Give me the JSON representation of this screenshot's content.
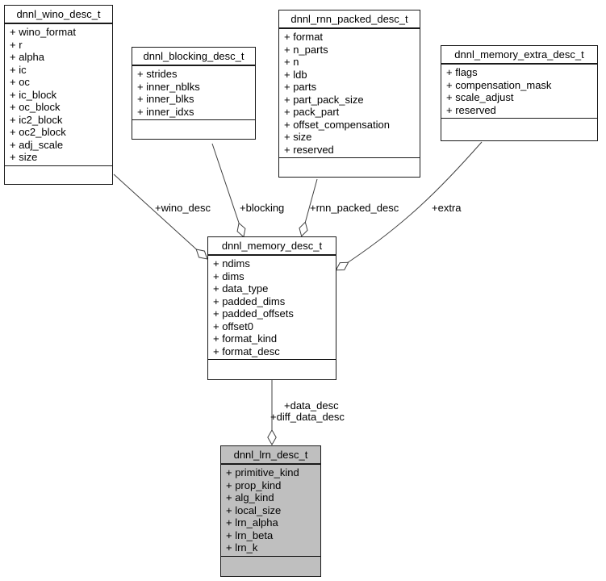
{
  "diagram": {
    "colors": {
      "background": "#ffffff",
      "edge": "#404040",
      "node_border": "#1a1a1a",
      "node_fill": "#ffffff",
      "highlight_fill": "#bfbfbf",
      "text": "#000000"
    },
    "classes": {
      "wino": {
        "title": "dnnl_wino_desc_t",
        "fields": [
          "+ wino_format",
          "+ r",
          "+ alpha",
          "+ ic",
          "+ oc",
          "+ ic_block",
          "+ oc_block",
          "+ ic2_block",
          "+ oc2_block",
          "+ adj_scale",
          "+ size"
        ]
      },
      "blocking": {
        "title": "dnnl_blocking_desc_t",
        "fields": [
          "+ strides",
          "+ inner_nblks",
          "+ inner_blks",
          "+ inner_idxs"
        ]
      },
      "rnn_packed": {
        "title": "dnnl_rnn_packed_desc_t",
        "fields": [
          "+ format",
          "+ n_parts",
          "+ n",
          "+ ldb",
          "+ parts",
          "+ part_pack_size",
          "+ pack_part",
          "+ offset_compensation",
          "+ size",
          "+ reserved"
        ]
      },
      "memory_extra": {
        "title": "dnnl_memory_extra_desc_t",
        "fields": [
          "+ flags",
          "+ compensation_mask",
          "+ scale_adjust",
          "+ reserved"
        ]
      },
      "memory": {
        "title": "dnnl_memory_desc_t",
        "fields": [
          "+ ndims",
          "+ dims",
          "+ data_type",
          "+ padded_dims",
          "+ padded_offsets",
          "+ offset0",
          "+ format_kind",
          "+ format_desc"
        ]
      },
      "lrn": {
        "title": "dnnl_lrn_desc_t",
        "fields": [
          "+ primitive_kind",
          "+ prop_kind",
          "+ alg_kind",
          "+ local_size",
          "+ lrn_alpha",
          "+ lrn_beta",
          "+ lrn_k"
        ]
      }
    },
    "edge_labels": {
      "wino_desc": "+wino_desc",
      "blocking": "+blocking",
      "rnn_packed_desc": "+rnn_packed_desc",
      "extra": "+extra",
      "data_desc": "+data_desc",
      "diff_data_desc": "+diff_data_desc"
    }
  }
}
